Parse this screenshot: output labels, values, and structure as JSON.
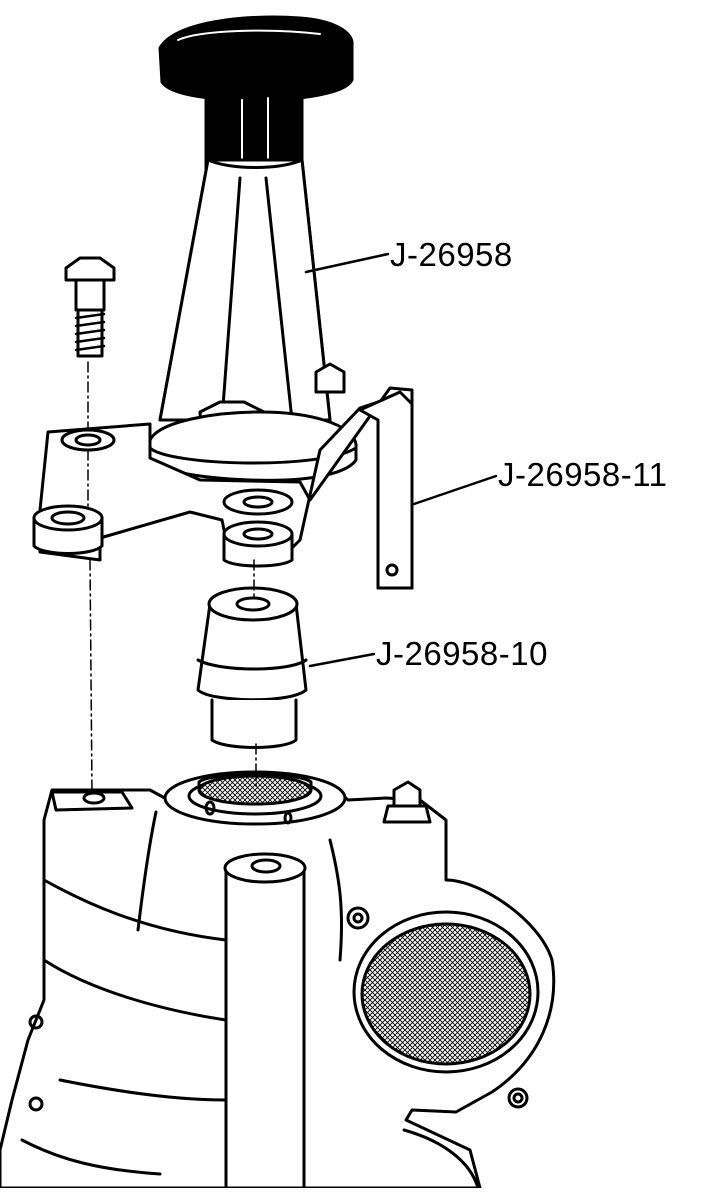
{
  "labels": {
    "tool": "J-26958",
    "fixture": "J-26958-11",
    "adapter": "J-26958-10"
  },
  "colors": {
    "ink": "#000000",
    "paper": "#ffffff"
  }
}
